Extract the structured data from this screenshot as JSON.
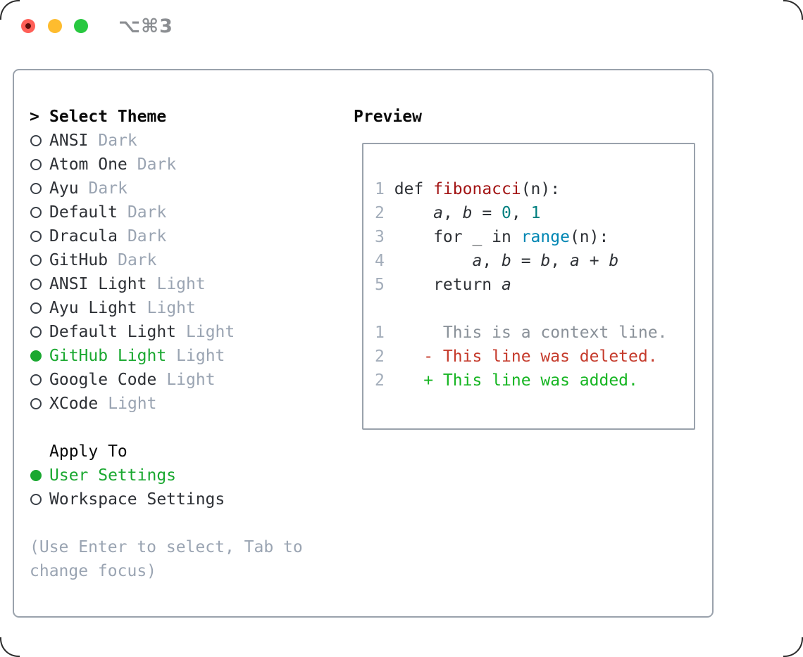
{
  "window": {
    "title": "⌥⌘3",
    "traffic_lights": [
      "close",
      "minimize",
      "zoom"
    ]
  },
  "colors": {
    "accent_green": "#1aa830",
    "added_green": "#16b522",
    "deleted_red": "#c53a2b",
    "function_red": "#a31515",
    "number_teal": "#008080",
    "builtin_blue": "#0086b3",
    "muted_gray": "#9aa4b2",
    "line_number_gray": "#a3adba",
    "context_gray": "#8a9199",
    "text_dark": "#2d3035",
    "border_gray": "#9aa2ac",
    "traffic_red": "#ff5f57",
    "traffic_yellow": "#febc2e",
    "traffic_green": "#28c840"
  },
  "theme_panel": {
    "header": {
      "marker": ">",
      "label": "Select Theme"
    },
    "items": [
      {
        "name": "ANSI",
        "variant": "Dark",
        "selected": false
      },
      {
        "name": "Atom One",
        "variant": "Dark",
        "selected": false
      },
      {
        "name": "Ayu",
        "variant": "Dark",
        "selected": false
      },
      {
        "name": "Default",
        "variant": "Dark",
        "selected": false
      },
      {
        "name": "Dracula",
        "variant": "Dark",
        "selected": false
      },
      {
        "name": "GitHub",
        "variant": "Dark",
        "selected": false
      },
      {
        "name": "ANSI Light",
        "variant": "Light",
        "selected": false
      },
      {
        "name": "Ayu Light",
        "variant": "Light",
        "selected": false
      },
      {
        "name": "Default Light",
        "variant": "Light",
        "selected": false
      },
      {
        "name": "GitHub Light",
        "variant": "Light",
        "selected": true
      },
      {
        "name": "Google Code",
        "variant": "Light",
        "selected": false
      },
      {
        "name": "XCode",
        "variant": "Light",
        "selected": false
      }
    ],
    "apply_to": {
      "label": "Apply To",
      "options": [
        {
          "name": "User Settings",
          "selected": true
        },
        {
          "name": "Workspace Settings",
          "selected": false
        }
      ]
    },
    "hint_line1": "(Use Enter to select, Tab to",
    "hint_line2": "change focus)"
  },
  "preview": {
    "title": "Preview",
    "lines": [
      {
        "num": "1",
        "segments": [
          {
            "text": "def ",
            "style": "plain"
          },
          {
            "text": "fibonacci",
            "style": "function"
          },
          {
            "text": "(n):",
            "style": "plain"
          }
        ]
      },
      {
        "num": "2",
        "segments": [
          {
            "text": "    ",
            "style": "plain"
          },
          {
            "text": "a",
            "style": "variable"
          },
          {
            "text": ", ",
            "style": "plain"
          },
          {
            "text": "b",
            "style": "variable"
          },
          {
            "text": " = ",
            "style": "plain"
          },
          {
            "text": "0",
            "style": "number"
          },
          {
            "text": ", ",
            "style": "plain"
          },
          {
            "text": "1",
            "style": "number"
          }
        ]
      },
      {
        "num": "3",
        "segments": [
          {
            "text": "    for _ in ",
            "style": "plain"
          },
          {
            "text": "range",
            "style": "builtin"
          },
          {
            "text": "(n):",
            "style": "plain"
          }
        ]
      },
      {
        "num": "4",
        "segments": [
          {
            "text": "        ",
            "style": "plain"
          },
          {
            "text": "a",
            "style": "variable"
          },
          {
            "text": ", ",
            "style": "plain"
          },
          {
            "text": "b",
            "style": "variable"
          },
          {
            "text": " = ",
            "style": "plain"
          },
          {
            "text": "b",
            "style": "variable"
          },
          {
            "text": ", ",
            "style": "plain"
          },
          {
            "text": "a",
            "style": "variable"
          },
          {
            "text": " + ",
            "style": "plain"
          },
          {
            "text": "b",
            "style": "variable"
          }
        ]
      },
      {
        "num": "5",
        "segments": [
          {
            "text": "    return ",
            "style": "plain"
          },
          {
            "text": "a",
            "style": "variable"
          }
        ]
      },
      {
        "num": "",
        "segments": []
      },
      {
        "num": "1",
        "segments": [
          {
            "text": "     This is a context line.",
            "style": "context"
          }
        ]
      },
      {
        "num": "2",
        "segments": [
          {
            "text": "   ",
            "style": "plain"
          },
          {
            "text": "- This line was deleted.",
            "style": "deleted"
          }
        ]
      },
      {
        "num": "2",
        "segments": [
          {
            "text": "   ",
            "style": "plain"
          },
          {
            "text": "+ This line was added.",
            "style": "added"
          }
        ]
      }
    ]
  }
}
